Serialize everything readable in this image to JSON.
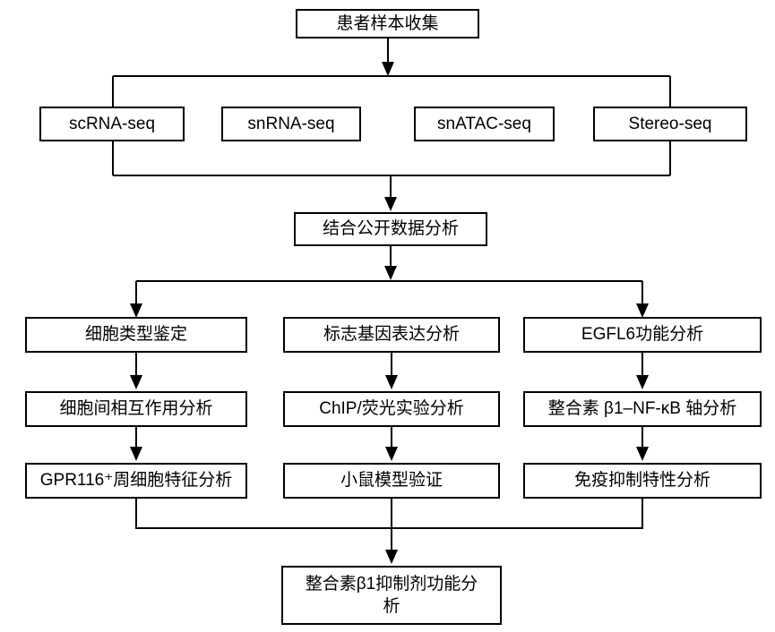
{
  "colors": {
    "background": "#ffffff",
    "line": "#000000",
    "box_border": "#000000",
    "box_fill": "#ffffff",
    "text": "#000000"
  },
  "nodes": {
    "patient": {
      "label": "患者样本收集"
    },
    "scrna": {
      "label": "scRNA-seq"
    },
    "snrna": {
      "label": "snRNA-seq"
    },
    "snatac": {
      "label": "snATAC-seq"
    },
    "stereo": {
      "label": "Stereo-seq"
    },
    "public_data": {
      "label": "结合公开数据分析"
    },
    "cell_type": {
      "label": "细胞类型鉴定"
    },
    "marker_gene": {
      "label": "标志基因表达分析"
    },
    "egfl6": {
      "label": "EGFL6功能分析"
    },
    "cell_interaction": {
      "label": "细胞间相互作用分析"
    },
    "chip_fluorescence": {
      "label": "ChIP/荧光实验分析"
    },
    "integrin_axis": {
      "label": "整合素 β1–NF-κB 轴分析"
    },
    "gpr116": {
      "label": "GPR116⁺周细胞特征分析"
    },
    "mouse_model": {
      "label": "小鼠模型验证"
    },
    "immune_suppression": {
      "label": "免疫抑制特性分析"
    },
    "integrin_inhibitor": {
      "label": "整合素β1抑制剂功能分析"
    }
  }
}
